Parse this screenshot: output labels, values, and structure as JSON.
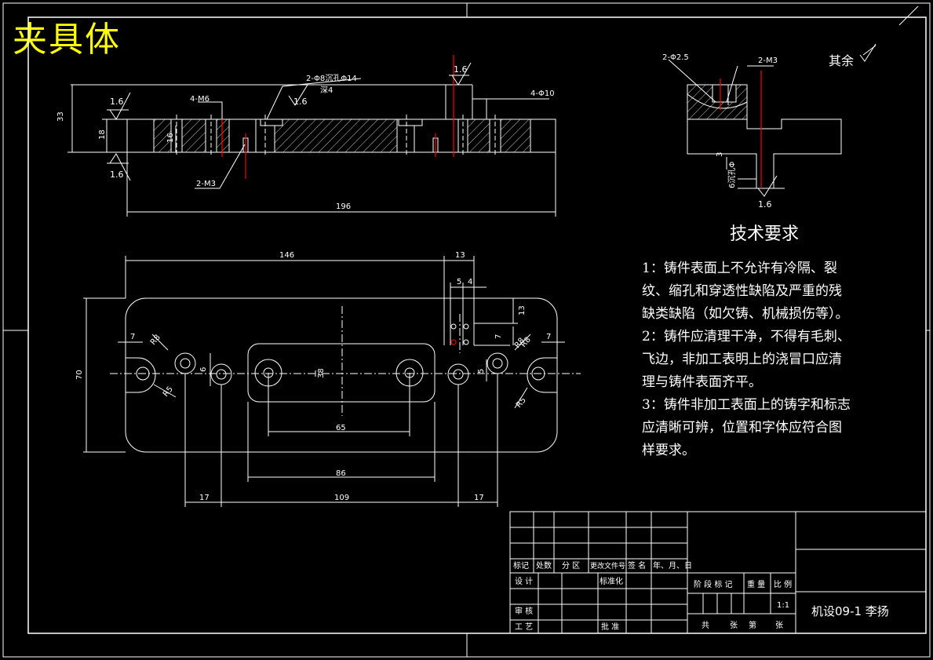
{
  "title": "夹具体",
  "rest_roughness": "其余",
  "requirements_title": "技术要求",
  "requirements": "1：铸件表面上不允许有冷隔、裂\n纹、缩孔和穿透性缺陷及严重的残\n缺类缺陷（如欠铸、机械损伤等）。\n2：铸件应清理干净，不得有毛刺、\n飞边，非加工表明上的浇冒口应清\n理与铸件表面齐平。\n3：铸件非加工表面上的铸字和标志\n应清晰可辨，位置和字体应符合图\n样要求。",
  "section_view": {
    "dims": {
      "height_total": "33",
      "height_inner": "18",
      "height_small": "16",
      "length": "196",
      "roughness_a": "1.6",
      "roughness_b": "1.6",
      "roughness_c": "1.6",
      "roughness_d": "1.6"
    },
    "callouts": {
      "holes_counterbore": "2-Φ8沉孔Φ14",
      "depth": "深4",
      "tapped_m6": "4-M6",
      "pins": "4-Φ10",
      "tapped_m3": "2-M3"
    }
  },
  "plan_view": {
    "dims": {
      "len_146": "146",
      "len_13": "13",
      "len_5": "5",
      "len_4": "4",
      "len_13b": "13",
      "len_7a": "7",
      "len_7b": "7",
      "len_7c": "7",
      "len_70": "70",
      "len_6": "6",
      "len_5b": "5",
      "len_65": "65",
      "len_86": "86",
      "len_17a": "17",
      "len_109": "109",
      "len_17b": "17",
      "len_38": "38",
      "r_a": "R8",
      "r_b": "R5",
      "r_c": "R8",
      "r_d": "R5",
      "r_e": "R8"
    }
  },
  "detail_view": {
    "callouts": {
      "csk": "2-Φ2.5",
      "m3": "2-M3",
      "depth3": "3",
      "depth6": "6沉孔Φ",
      "roughness": "1.6"
    }
  },
  "title_block": {
    "mark": "标记",
    "count": "处数",
    "zone": "分 区",
    "change_doc": "更改文件号",
    "sign": "签 名",
    "date": "年、月、日",
    "design": "设 计",
    "standardize": "标准化",
    "stage_mark": "阶 段 标 记",
    "weight": "重 量",
    "scale": "比 例",
    "scale_value": "1:1",
    "review": "审 核",
    "process": "工 艺",
    "approve": "批 准",
    "total": "共",
    "sheet": "张",
    "page": "第",
    "page_unit": "张",
    "author": "机设09-1 李扬"
  },
  "colors": {
    "background": "#000000",
    "line": "#ffffff",
    "title": "#ffff00",
    "centerline": "#ff0000"
  }
}
